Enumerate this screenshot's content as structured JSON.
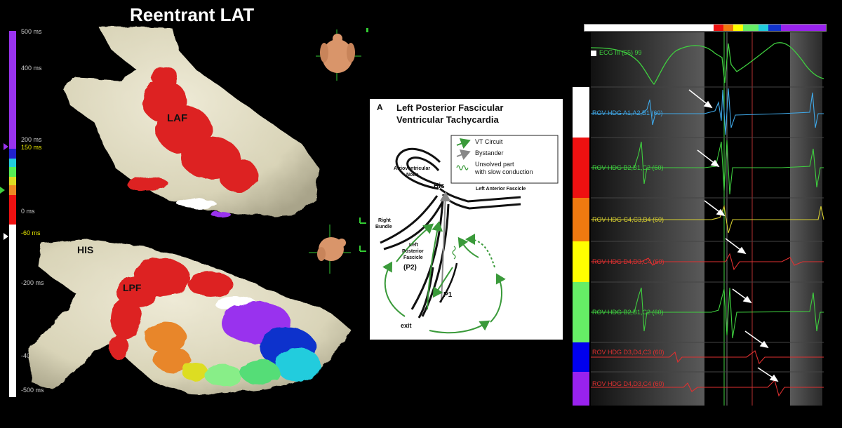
{
  "map_title": "Reentrant LAT",
  "scale": {
    "labels": [
      {
        "text": "500 ms",
        "highlight": false
      },
      {
        "text": "400 ms",
        "highlight": false
      },
      {
        "text": "200 ms",
        "highlight": false
      },
      {
        "text": "150 ms",
        "highlight": true
      },
      {
        "text": "0 ms",
        "highlight": false
      },
      {
        "text": "-60 ms",
        "highlight": true
      },
      {
        "text": "-200 ms",
        "highlight": false
      },
      {
        "text": "-400 ms",
        "highlight": false
      },
      {
        "text": "-500 ms",
        "highlight": false
      }
    ]
  },
  "map_labels": {
    "laf": "LAF",
    "his": "HIS",
    "lpf": "LPF"
  },
  "diagram": {
    "panel_letter": "A",
    "title_line1": "Left Posterior Fascicular",
    "title_line2": "Ventricular Tachycardia",
    "legend": [
      {
        "text": "VT Circuit",
        "color": "#3a9a3a"
      },
      {
        "text": "Bystander",
        "color": "#777777"
      },
      {
        "text": "Unsolved part",
        "color": "#3a9a3a"
      },
      {
        "text": "with slow conduction",
        "color": "#3a9a3a"
      }
    ],
    "labels": {
      "av_node_1": "Atrioventricular",
      "av_node_2": "Node",
      "his": "His",
      "laf": "Left Anterior Fascicle",
      "rb_1": "Right",
      "rb_2": "Bundle",
      "lpf_1": "Left",
      "lpf_2": "Posterior",
      "lpf_3": "Fascicle",
      "p2": "(P2)",
      "p1": "P1",
      "exit": "exit"
    }
  },
  "electrograms": {
    "ecg_label": "ECG III (55)  99",
    "channels": [
      {
        "label": "ROV HDG   A1,A2,B1 (60)",
        "color": "#ffffff",
        "trace": "#3fa8e8"
      },
      {
        "label": "ROV HDG   B2,B1,C2 (60)",
        "color": "#ee1111",
        "trace": "#3fcf3f"
      },
      {
        "label": "ROV HDG   C4,C3,B4 (60)",
        "color": "#f07a10",
        "trace": "#d8d030"
      },
      {
        "label": "ROV HDG   D4,D3,C4 (60)",
        "color": "#ffff00",
        "trace": "#e03030"
      },
      {
        "label": "ROV HDG   B2,B1,C2 (60)",
        "color": "#66ee66",
        "trace": "#3fcf3f"
      },
      {
        "label": "ROV HDG   D3,D4,C3 (60)",
        "color": "#0000ee",
        "trace": "#e03030"
      },
      {
        "label": "ROV HDG   D4,D3,C4 (60)",
        "color": "#9922ee",
        "trace": "#e03030"
      }
    ]
  }
}
